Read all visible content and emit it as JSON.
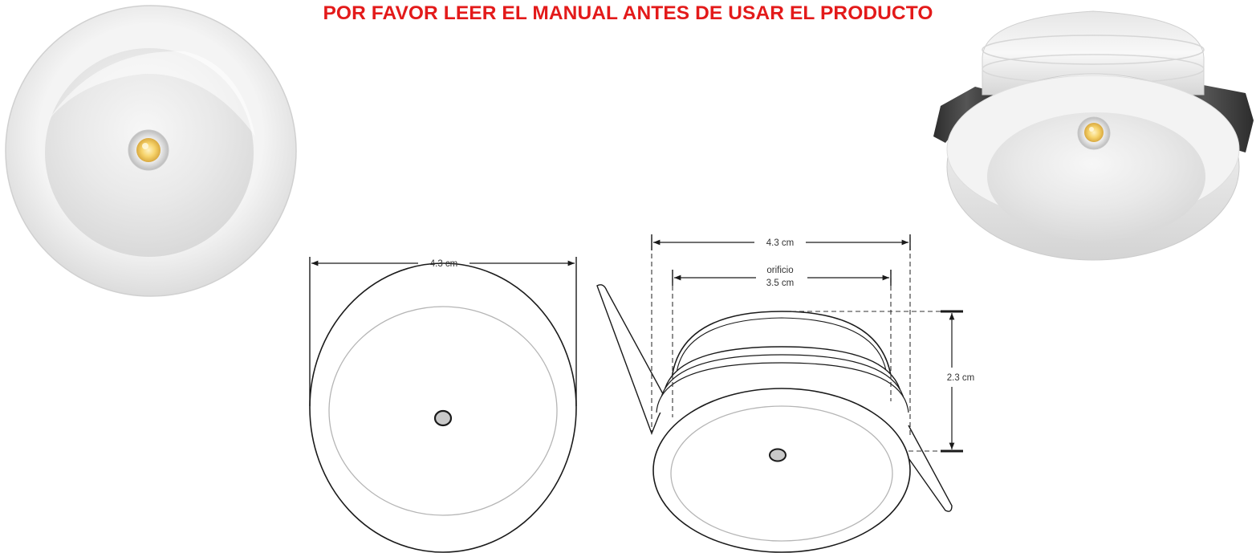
{
  "warning": {
    "text": "POR FAVOR LEER EL MANUAL ANTES DE USAR EL PRODUCTO",
    "color": "#e31a1a"
  },
  "front_view": {
    "diameter_label": "4.3 cm"
  },
  "side_view": {
    "outer_label": "4.3 cm",
    "hole_label_line1": "orificio",
    "hole_label_line2": "3.5 cm",
    "height_label": "2.3 cm"
  },
  "colors": {
    "product_white": "#f2f2f2",
    "led_yellow": "#f6d36b",
    "clip_dark": "#3b3b3b",
    "line": "#1a1a1a"
  }
}
